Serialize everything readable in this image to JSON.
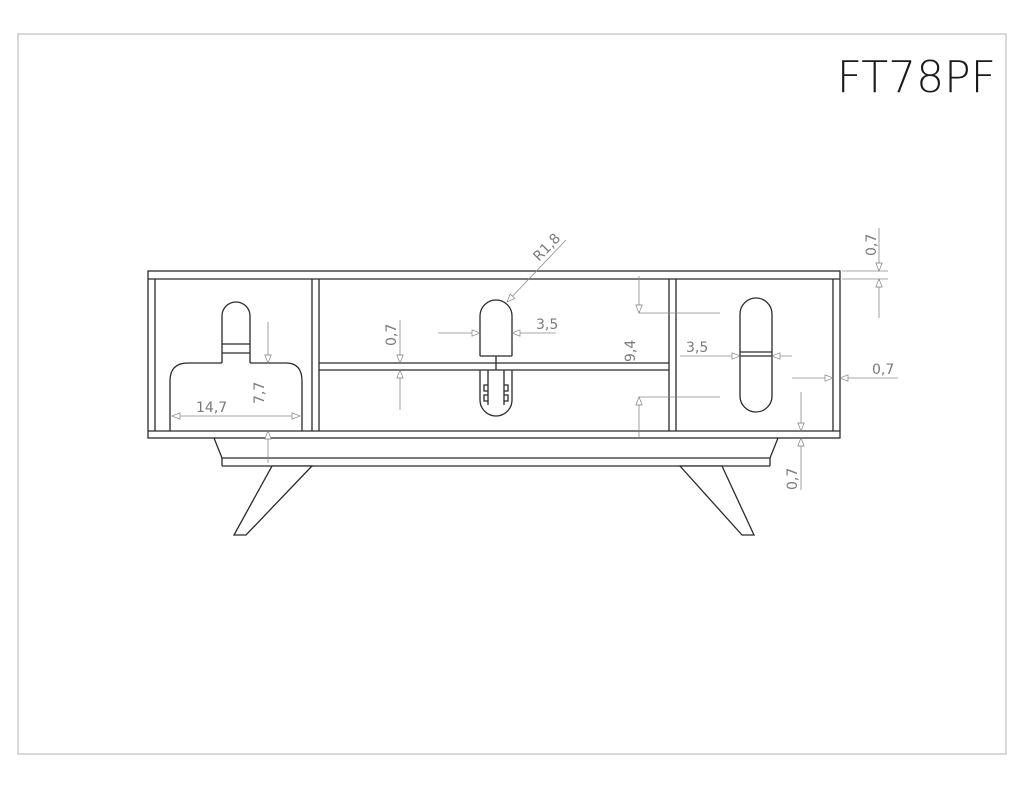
{
  "title": "FT78PF",
  "dimensions": {
    "radius": "R1,8",
    "top_thickness": "0,7",
    "center_shelf_thickness": "0,7",
    "center_slot_width": "3,5",
    "center_height": "9,4",
    "right_slot_width": "3,5",
    "right_side_thickness": "0,7",
    "bottom_thickness": "0,7",
    "left_cutout_width": "14,7",
    "left_cutout_height": "7,7"
  },
  "colors": {
    "line": "#2a2a2a",
    "dimension": "#8a8a8a",
    "frame": "#cccccc"
  }
}
